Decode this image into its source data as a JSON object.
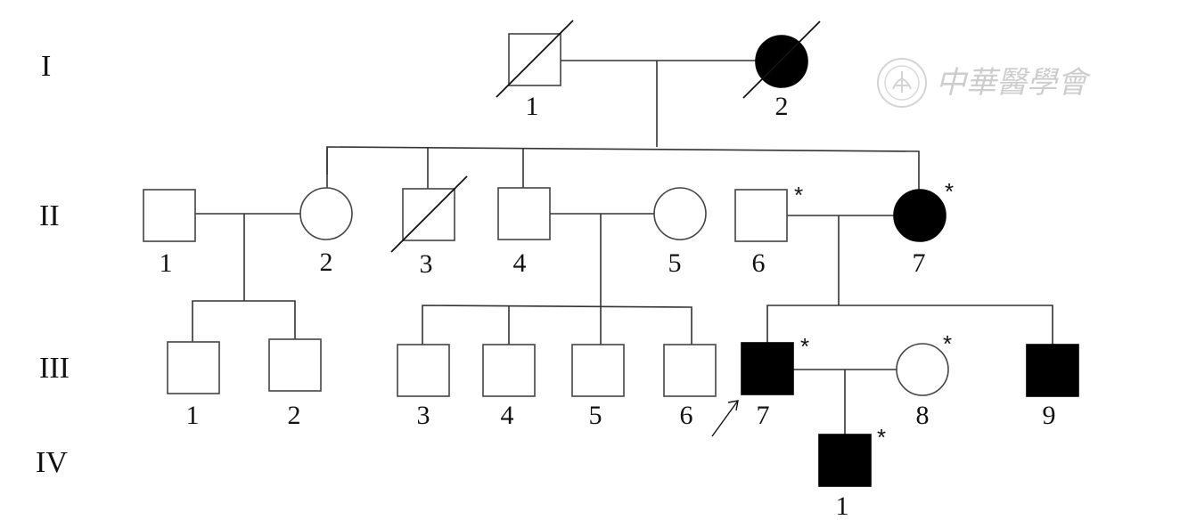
{
  "generations": [
    "I",
    "II",
    "III",
    "IV"
  ],
  "individuals": {
    "I1": {
      "number": "1",
      "sex": "male",
      "affected": false,
      "deceased": true
    },
    "I2": {
      "number": "2",
      "sex": "female",
      "affected": true,
      "deceased": true
    },
    "II1": {
      "number": "1",
      "sex": "male",
      "affected": false
    },
    "II2": {
      "number": "2",
      "sex": "female",
      "affected": false
    },
    "II3": {
      "number": "3",
      "sex": "male",
      "affected": false,
      "deceased": true
    },
    "II4": {
      "number": "4",
      "sex": "male",
      "affected": false
    },
    "II5": {
      "number": "5",
      "sex": "female",
      "affected": false
    },
    "II6": {
      "number": "6",
      "sex": "male",
      "affected": false,
      "marker": "*"
    },
    "II7": {
      "number": "7",
      "sex": "female",
      "affected": true,
      "marker": "*"
    },
    "III1": {
      "number": "1",
      "sex": "male",
      "affected": false
    },
    "III2": {
      "number": "2",
      "sex": "male",
      "affected": false
    },
    "III3": {
      "number": "3",
      "sex": "male",
      "affected": false
    },
    "III4": {
      "number": "4",
      "sex": "male",
      "affected": false
    },
    "III5": {
      "number": "5",
      "sex": "male",
      "affected": false
    },
    "III6": {
      "number": "6",
      "sex": "male",
      "affected": false
    },
    "III7": {
      "number": "7",
      "sex": "male",
      "affected": true,
      "marker": "*",
      "proband": true
    },
    "III8": {
      "number": "8",
      "sex": "female",
      "affected": false,
      "marker": "*"
    },
    "III9": {
      "number": "9",
      "sex": "male",
      "affected": true
    },
    "IV1": {
      "number": "1",
      "sex": "male",
      "affected": true,
      "marker": "*"
    }
  },
  "watermark": {
    "text": "中華醫學會"
  }
}
